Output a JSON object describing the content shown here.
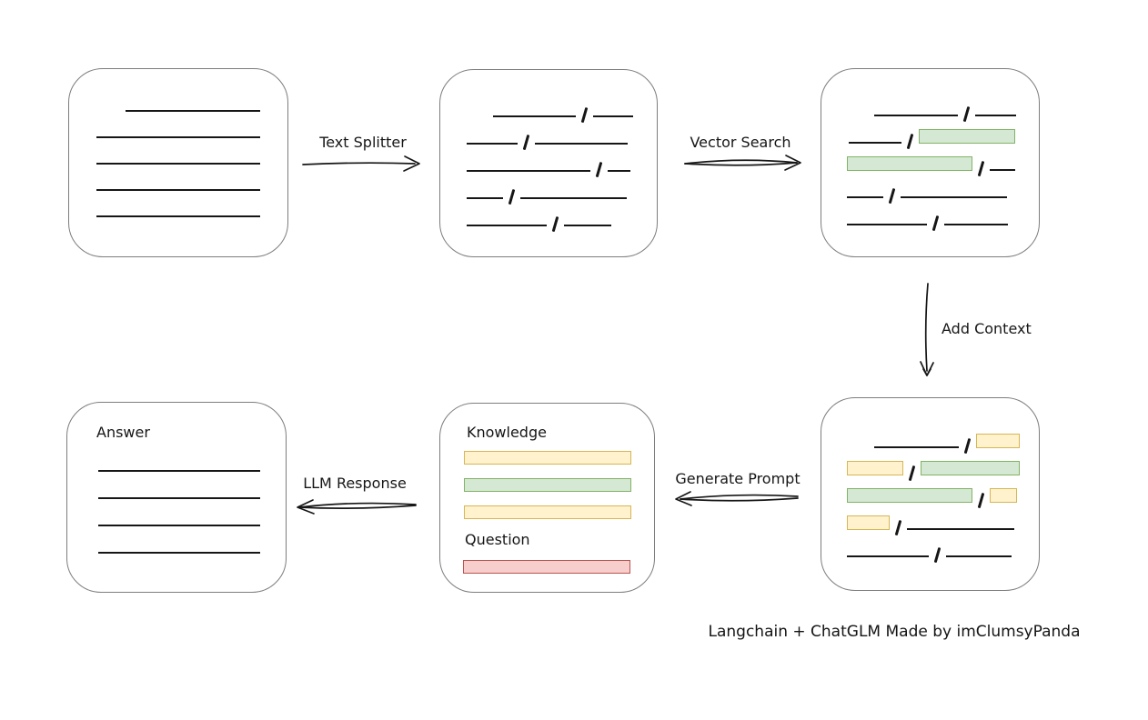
{
  "colors": {
    "green_fill": "#d5e8d4",
    "green_border": "#82b366",
    "yellow_fill": "#fff2cc",
    "yellow_border": "#d6b656",
    "red_fill": "#f8cecc",
    "red_border": "#b85450",
    "line": "#161616",
    "box_border": "#7d7d7d"
  },
  "arrows": [
    {
      "label": "Text Splitter",
      "direction": "right"
    },
    {
      "label": "Vector Search",
      "direction": "right"
    },
    {
      "label": "Add Context",
      "direction": "down"
    },
    {
      "label": "Generate Prompt",
      "direction": "left"
    },
    {
      "label": "LLM Response",
      "direction": "left"
    }
  ],
  "boxes": {
    "document": {
      "rows": [
        {
          "indent": 62,
          "segs": [
            {
              "t": "line",
              "w": 148
            }
          ]
        },
        {
          "indent": 30,
          "segs": [
            {
              "t": "line",
              "w": 180
            }
          ]
        },
        {
          "indent": 30,
          "segs": [
            {
              "t": "line",
              "w": 180
            }
          ]
        },
        {
          "indent": 30,
          "segs": [
            {
              "t": "line",
              "w": 180
            }
          ]
        },
        {
          "indent": 30,
          "segs": [
            {
              "t": "line",
              "w": 180
            }
          ]
        }
      ]
    },
    "split_chunks": {
      "rows": [
        {
          "indent": 58,
          "segs": [
            {
              "t": "line",
              "w": 91
            },
            {
              "t": "line",
              "w": 44
            }
          ]
        },
        {
          "indent": 29,
          "segs": [
            {
              "t": "line",
              "w": 56
            },
            {
              "t": "line",
              "w": 102
            }
          ]
        },
        {
          "indent": 29,
          "segs": [
            {
              "t": "line",
              "w": 136
            },
            {
              "t": "line",
              "w": 25
            }
          ]
        },
        {
          "indent": 29,
          "segs": [
            {
              "t": "line",
              "w": 40
            },
            {
              "t": "line",
              "w": 117
            }
          ]
        },
        {
          "indent": 29,
          "segs": [
            {
              "t": "line",
              "w": 88
            },
            {
              "t": "line",
              "w": 52
            }
          ]
        }
      ]
    },
    "matched_chunks": {
      "rows": [
        {
          "indent": 58,
          "segs": [
            {
              "t": "line",
              "w": 92
            },
            {
              "t": "line",
              "w": 45
            }
          ]
        },
        {
          "indent": 30,
          "segs": [
            {
              "t": "line",
              "w": 58
            },
            {
              "t": "green",
              "w": 106
            }
          ]
        },
        {
          "indent": 28,
          "segs": [
            {
              "t": "green",
              "w": 138
            },
            {
              "t": "line",
              "w": 28
            }
          ]
        },
        {
          "indent": 28,
          "segs": [
            {
              "t": "line",
              "w": 40
            },
            {
              "t": "line",
              "w": 117
            }
          ]
        },
        {
          "indent": 28,
          "segs": [
            {
              "t": "line",
              "w": 88
            },
            {
              "t": "line",
              "w": 70
            }
          ]
        }
      ]
    },
    "context_chunks": {
      "rows": [
        {
          "indent": 58,
          "segs": [
            {
              "t": "line",
              "w": 93
            },
            {
              "t": "yellow",
              "w": 48
            }
          ]
        },
        {
          "indent": 28,
          "segs": [
            {
              "t": "yellow",
              "w": 62
            },
            {
              "t": "green",
              "w": 109
            }
          ]
        },
        {
          "indent": 28,
          "segs": [
            {
              "t": "green",
              "w": 138
            },
            {
              "t": "yellow",
              "w": 30
            }
          ]
        },
        {
          "indent": 28,
          "segs": [
            {
              "t": "yellow",
              "w": 47
            },
            {
              "t": "line",
              "w": 118
            }
          ]
        },
        {
          "indent": 28,
          "segs": [
            {
              "t": "line",
              "w": 90
            },
            {
              "t": "line",
              "w": 72
            }
          ]
        }
      ]
    },
    "prompt": {
      "knowledge_label": "Knowledge",
      "knowledge_bars": [
        "yellow",
        "green",
        "yellow"
      ],
      "question_label": "Question",
      "question_bars": [
        "red"
      ]
    },
    "answer": {
      "label": "Answer",
      "rows": [
        {
          "indent": 34,
          "segs": [
            {
              "t": "line",
              "w": 178
            }
          ]
        },
        {
          "indent": 34,
          "segs": [
            {
              "t": "line",
              "w": 178
            }
          ]
        },
        {
          "indent": 34,
          "segs": [
            {
              "t": "line",
              "w": 178
            }
          ]
        },
        {
          "indent": 34,
          "segs": [
            {
              "t": "line",
              "w": 178
            }
          ]
        }
      ]
    }
  },
  "footer": "Langchain + ChatGLM Made by imClumsyPanda"
}
